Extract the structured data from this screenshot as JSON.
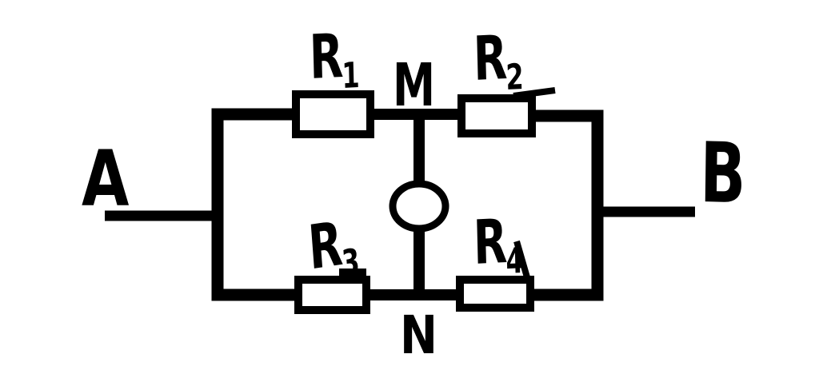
{
  "diagram": {
    "colors": {
      "ink": "#000000",
      "background": "#ffffff"
    },
    "terminals": {
      "left": "A",
      "right": "B"
    },
    "nodes": {
      "top": "M",
      "bottom": "N"
    },
    "resistors": [
      {
        "letter": "R",
        "subscript": "1"
      },
      {
        "letter": "R",
        "subscript": "2"
      },
      {
        "letter": "R",
        "subscript": "3"
      },
      {
        "letter": "R",
        "subscript": "4"
      }
    ]
  }
}
